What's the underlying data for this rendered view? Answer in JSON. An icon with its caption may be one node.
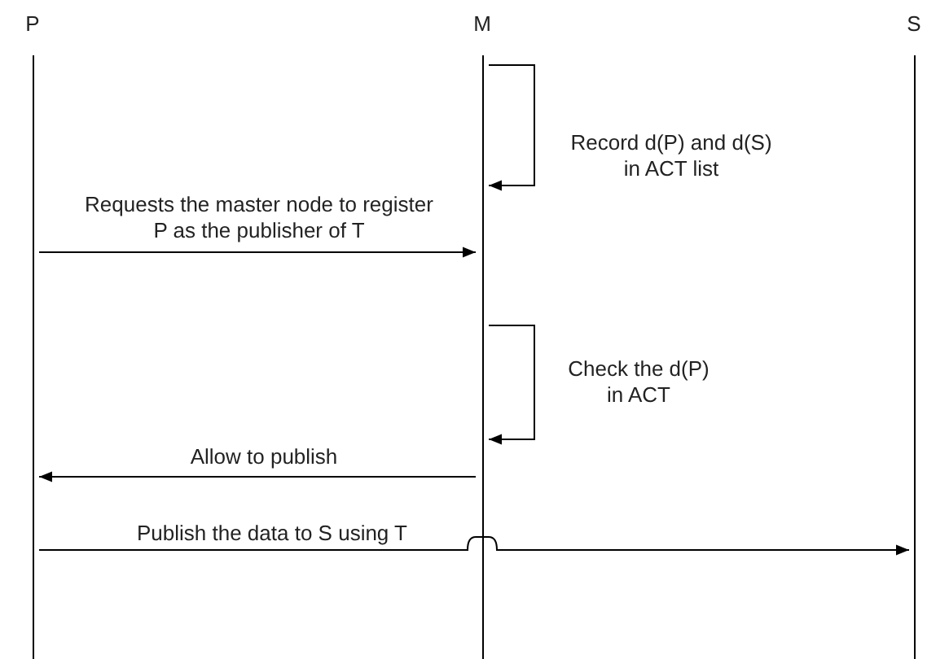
{
  "diagram": {
    "nodes": [
      {
        "text": [
          "P"
        ]
      },
      {
        "text": [
          "M"
        ]
      },
      {
        "text": [
          "S"
        ]
      }
    ],
    "edges": [
      {
        "from": 1,
        "to": 1,
        "arrow": "to",
        "label": "Record d(P) and d(S) in ACT list"
      },
      {
        "from": 0,
        "to": 1,
        "arrow": "to",
        "label": "Requests the master node to register P as the publisher of T"
      },
      {
        "from": 1,
        "to": 1,
        "arrow": "to",
        "label": "Check the d(P) in ACT"
      },
      {
        "from": 1,
        "to": 0,
        "arrow": "to",
        "label": "Allow to publish"
      },
      {
        "from": 0,
        "to": 2,
        "arrow": "to",
        "label": "Publish the data to S using T"
      }
    ]
  }
}
